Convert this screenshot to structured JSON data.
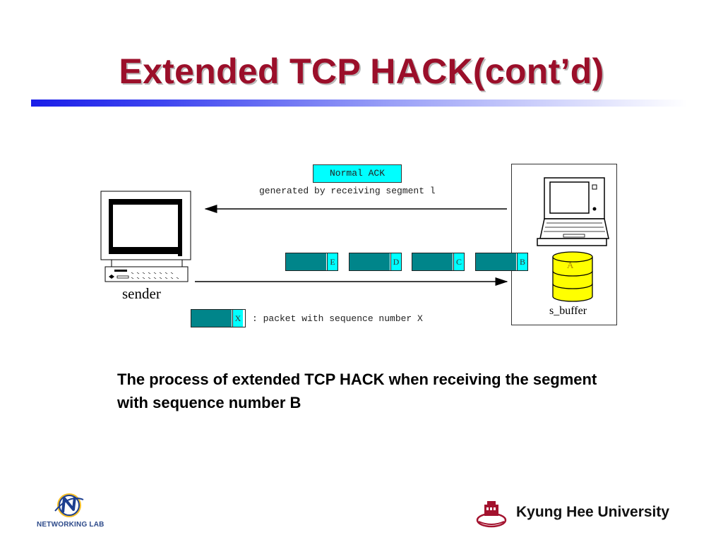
{
  "slide": {
    "title": "Extended TCP HACK(cont’d)",
    "caption": "The process of extended TCP HACK when receiving the segment with sequence number B"
  },
  "diagram": {
    "normal_ack": "Normal ACK",
    "generated_label": "generated by receiving segment l",
    "sender_label": "sender",
    "buffer_label": "s_buffer",
    "buffer_cell": "A",
    "packets": [
      "E",
      "D",
      "C",
      "B"
    ],
    "legend_tag": "X",
    "legend_text": ": packet with sequence number X",
    "colors": {
      "packet_body": "#00858a",
      "packet_tag": "#00ffff",
      "buffer": "#ffff00",
      "ack_box": "#00ffff"
    }
  },
  "footer": {
    "lab_name": "NETWORKING LAB",
    "university": "Kyung Hee University"
  },
  "colors": {
    "title": "#9b0f2a",
    "rule_start": "#1a1ee8"
  }
}
